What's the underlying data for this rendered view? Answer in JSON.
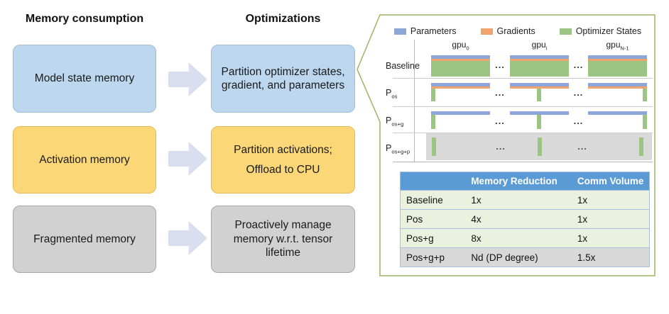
{
  "colors": {
    "param": "#8FA6D8",
    "grad": "#F0A46C",
    "opt": "#9CC483",
    "tableHeader": "#5B9BD5",
    "tableRowGreen": "#EAF1DE",
    "tableRowGray": "#D8D8D8",
    "boxBlue": "#BCD7EE",
    "boxOrange": "#FBD778",
    "boxGray": "#D1D1D1",
    "arrow": "#D9DEF0",
    "panelBorder": "#9AB464",
    "grayBand": "#D9D9D9"
  },
  "headers": {
    "memory": "Memory consumption",
    "optimizations": "Optimizations"
  },
  "flow_rows": [
    {
      "source": "Model state memory",
      "optimization": "Partition optimizer states, gradient, and parameters"
    },
    {
      "source": "Activation memory",
      "optimization": "Partition activations;\nOffload to CPU"
    },
    {
      "source": "Fragmented memory",
      "optimization": "Proactively manage memory w.r.t. tensor lifetime"
    }
  ],
  "panel": {
    "legend_labels": [
      "Parameters",
      "Gradients",
      "Optimizer States"
    ],
    "gpus": [
      {
        "name": "gpu",
        "sub": "0"
      },
      {
        "name": "gpu",
        "sub": "i"
      },
      {
        "name": "gpu",
        "sub": "N-1"
      }
    ],
    "row_labels": [
      {
        "main": "Baseline",
        "sub": ""
      },
      {
        "main": "P",
        "sub": "os"
      },
      {
        "main": "P",
        "sub": "os+g"
      },
      {
        "main": "P",
        "sub": "os+g+p"
      }
    ],
    "ellipsis": "...",
    "table": {
      "col_headers": [
        "",
        "Memory Reduction",
        "Comm Volume"
      ],
      "rows": [
        {
          "name": "Baseline",
          "memory_reduction": "1x",
          "comm_volume": "1x"
        },
        {
          "name": "Pos",
          "memory_reduction": "4x",
          "comm_volume": "1x"
        },
        {
          "name": "Pos+g",
          "memory_reduction": "8x",
          "comm_volume": "1x"
        },
        {
          "name": "Pos+g+p",
          "memory_reduction": "Nd (DP degree)",
          "comm_volume": "1.5x"
        }
      ]
    }
  }
}
